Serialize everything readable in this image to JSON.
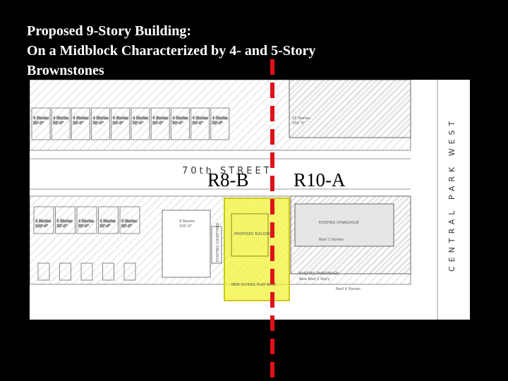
{
  "title": {
    "line1": "Proposed 9-Story Building:",
    "line2": "On a Midblock Characterized by 4- and 5-Story",
    "line3": "Brownstones"
  },
  "plan": {
    "street_label": "70th STREET",
    "avenue_label": "CENTRAL PARK WEST",
    "zone_left": "R8-B",
    "zone_right": "R10-A",
    "boundary_color": "#e0101a",
    "highlight_color": "#f2f230",
    "north_row": [
      {
        "stories": "4 Stories",
        "height": "55'-0\""
      },
      {
        "stories": "4 Stories",
        "height": "55'-0\""
      },
      {
        "stories": "4 Stories",
        "height": "55'-0\""
      },
      {
        "stories": "4 Stories",
        "height": "55'-0\""
      },
      {
        "stories": "4 Stories",
        "height": "50'-0\""
      },
      {
        "stories": "4 Stories",
        "height": "55'-0\""
      },
      {
        "stories": "4 Stories",
        "height": "50'-0\""
      },
      {
        "stories": "4 Stories",
        "height": "50'-0\""
      },
      {
        "stories": "4 Stories",
        "height": "50'-0\""
      },
      {
        "stories": "4 Stories",
        "height": "55'-0\""
      }
    ],
    "north_tall": {
      "stories": "15 Stories",
      "height": "150'-0\""
    },
    "south_row": [
      {
        "stories": "4 Stories",
        "height": "100'-0\""
      },
      {
        "stories": "5 Stories",
        "height": "55'-0\""
      },
      {
        "stories": "4 Stories",
        "height": "55'-0\""
      },
      {
        "stories": "4 Stories",
        "height": "55'-0\""
      },
      {
        "stories": "4 Stories",
        "height": "55'-0\""
      }
    ],
    "south_nine": {
      "stories": "9 Stories",
      "height": "100'-0\""
    },
    "existing_courtyard": "EXISTING COURTYARD",
    "proposed_building": "PROPOSED BUILDING",
    "existing_synagogue": "EXISTING SYNAGOGUE",
    "synagogue_roof": "Roof 1 Stories",
    "existing_parsonage": "EXISTING PARSONAGE",
    "new_roof": "New Roof 1 Story",
    "parsonage_roof": "Roof 4 Stories",
    "play_area": "NEW SCHOOL PLAY AREA"
  }
}
